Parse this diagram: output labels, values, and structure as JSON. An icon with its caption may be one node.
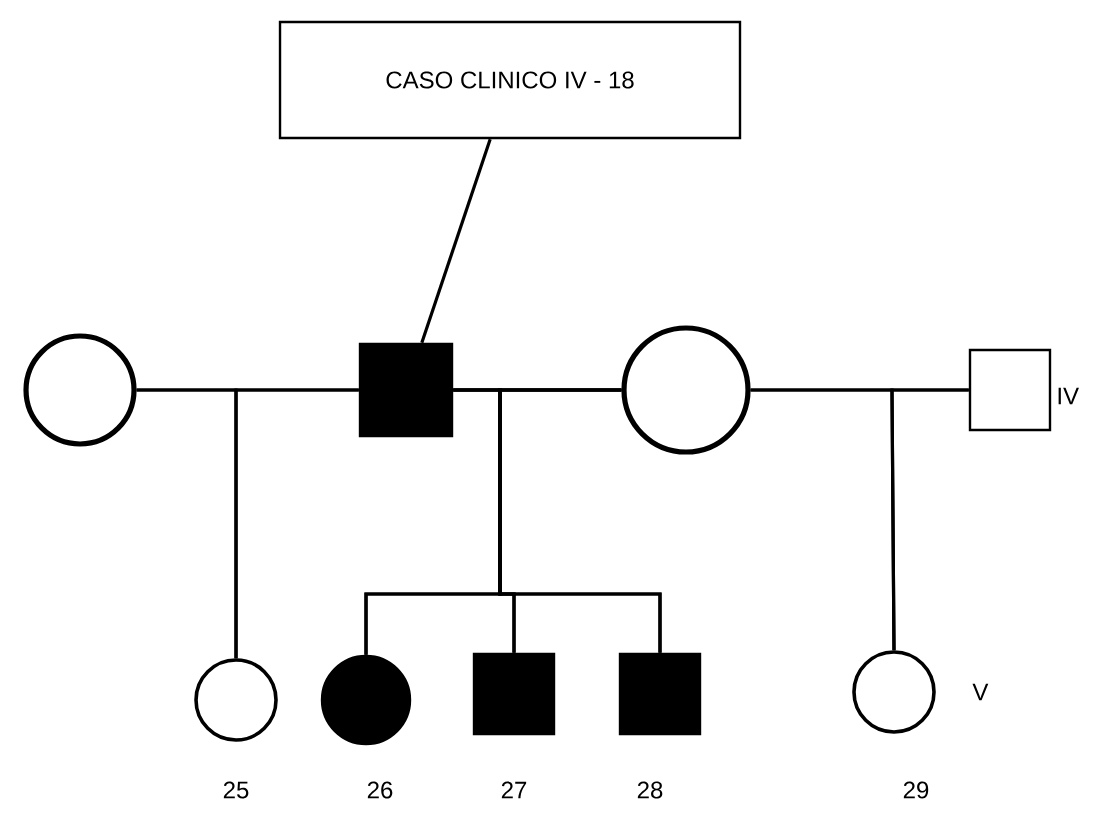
{
  "diagram": {
    "nodes": [
      {
        "text": [
          "CASO CLINICO IV - 18"
        ]
      },
      {
        "text": [],
        "shape": "circle"
      },
      {
        "text": [],
        "shape": "box"
      },
      {
        "text": [],
        "shape": "circle"
      },
      {
        "text": [],
        "shape": "box",
        "beside": [
          "IV"
        ]
      },
      {
        "text": [],
        "shape": "circle",
        "beside": [
          "25"
        ]
      },
      {
        "text": [],
        "shape": "circle",
        "beside": [
          "26"
        ]
      },
      {
        "text": [],
        "shape": "box",
        "beside": [
          "27"
        ]
      },
      {
        "text": [],
        "shape": "box",
        "beside": [
          "28"
        ]
      },
      {
        "text": [],
        "shape": "circle",
        "beside": [
          "V",
          "29"
        ]
      }
    ],
    "edges": [
      {
        "from": 0,
        "to": 2,
        "arrow": "none"
      },
      {
        "from": 1,
        "to": 2,
        "arrow": "none"
      },
      {
        "from": 2,
        "to": 3,
        "arrow": "none"
      },
      {
        "from": 3,
        "to": 4,
        "arrow": "none"
      },
      {
        "from": 1,
        "to": 5,
        "arrow": "none"
      },
      {
        "from": 2,
        "to": 5,
        "arrow": "none"
      },
      {
        "from": 2,
        "to": 6,
        "arrow": "none"
      },
      {
        "from": 3,
        "to": 6,
        "arrow": "none"
      },
      {
        "from": 2,
        "to": 7,
        "arrow": "none"
      },
      {
        "from": 3,
        "to": 7,
        "arrow": "none"
      },
      {
        "from": 2,
        "to": 8,
        "arrow": "none"
      },
      {
        "from": 3,
        "to": 8,
        "arrow": "none"
      },
      {
        "from": 3,
        "to": 9,
        "arrow": "none"
      },
      {
        "from": 4,
        "to": 9,
        "arrow": "none"
      }
    ]
  }
}
